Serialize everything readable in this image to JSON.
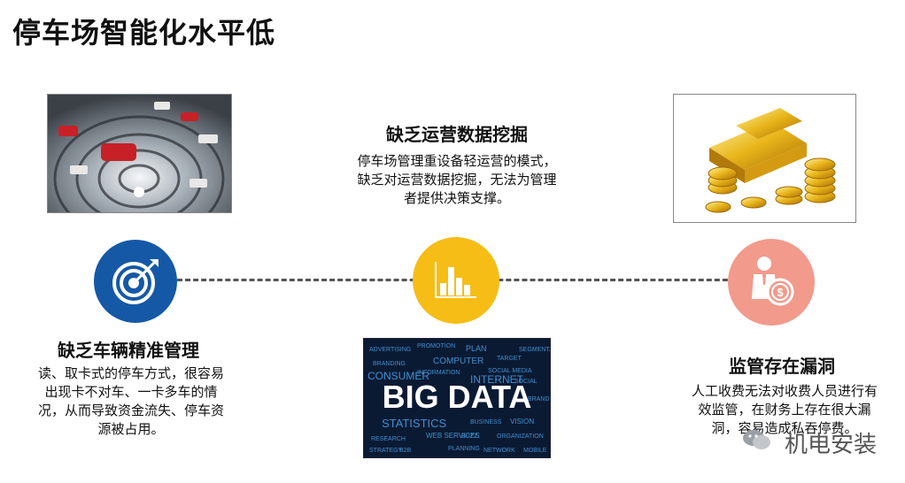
{
  "page": {
    "title": "停车场智能化水平低"
  },
  "sections": {
    "left": {
      "heading": "缺乏车辆精准管理",
      "body": "读、取卡式的停车方式，很容易出现卡不对车、一卡多车的情况，从而导致资金流失、停车资源被占用。",
      "icon": "target-icon",
      "color": "#1558a6"
    },
    "center": {
      "heading": "缺乏运营数据挖掘",
      "body": "停车场管理重设备轻运营的模式，缺乏对运营数据挖掘，无法为管理者提供决策支撑。",
      "icon": "bar-chart-icon",
      "color": "#f6bd16"
    },
    "right": {
      "heading": "监管存在漏洞",
      "body": "人工收费无法对收费人员进行有效监管，在财务上存在很大漏洞，容易造成私吞停费。",
      "icon": "money-person-icon",
      "color": "#f29a8c"
    }
  },
  "images": {
    "bigdata": {
      "main": "BIG DATA",
      "words": [
        "ADVERTISING",
        "PROMOTION",
        "PLAN",
        "TARGET",
        "BRANDING",
        "COMPUTER",
        "SOCIAL MEDIA",
        "CONSUMER",
        "INTERNET",
        "SOCIAL",
        "STATISTICS",
        "BUSINESS",
        "VISION",
        "BRAND",
        "RESEARCH",
        "WEB SERVICES",
        "BUZZ",
        "ORGANIZATION",
        "STRATEGY",
        "B2B",
        "PLANNING",
        "NETWORK",
        "MOBILE",
        "INFORMATION",
        "SEGMENTATION"
      ]
    }
  },
  "watermark": {
    "text": "机电安装"
  }
}
